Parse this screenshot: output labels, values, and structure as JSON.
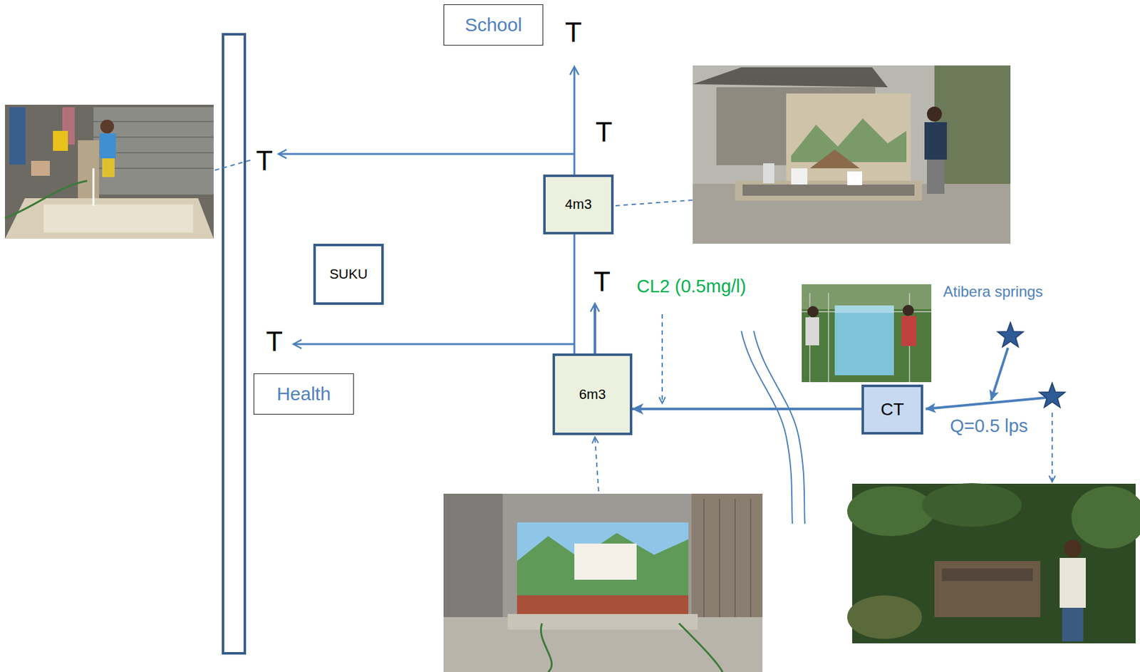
{
  "diagram": {
    "nodes": [
      {
        "text": [
          "School"
        ]
      },
      {
        "text": [
          "4m3"
        ]
      },
      {
        "text": [
          "SUKU"
        ]
      },
      {
        "text": [
          "6m3"
        ]
      },
      {
        "text": [
          "Health"
        ]
      },
      {
        "text": [
          "CT"
        ]
      }
    ],
    "edges": [
      {
        "from": 3,
        "to": 1,
        "arrow": "none"
      },
      {
        "from": 5,
        "to": 3,
        "arrow": "to"
      }
    ],
    "labels": [
      "T",
      "T",
      "T",
      "T",
      "CL2 (0.5mg/l)",
      "T",
      "Atibera springs",
      "Q=0.5 lps"
    ]
  }
}
